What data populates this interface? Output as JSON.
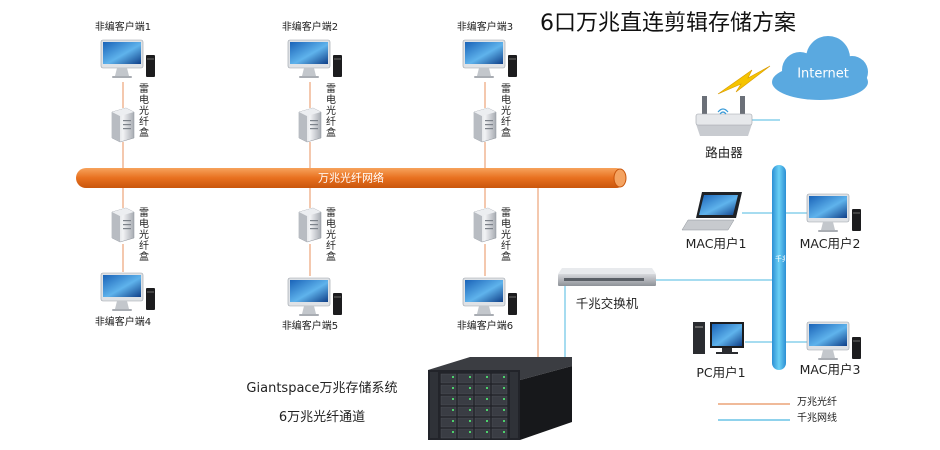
{
  "title": "6口万兆直连剪辑存储方案",
  "bus_label": "万兆光纤网络",
  "box_label": "雷电光纤盒",
  "clients": [
    {
      "label": "非编客户端1"
    },
    {
      "label": "非编客户端2"
    },
    {
      "label": "非编客户端3"
    },
    {
      "label": "非编客户端4"
    },
    {
      "label": "非编客户端5"
    },
    {
      "label": "非编客户端6"
    }
  ],
  "internet": {
    "label": "Internet"
  },
  "router": {
    "label": "路由器"
  },
  "switch": {
    "label": "千兆交换机"
  },
  "backbone": {
    "label": "千兆网线"
  },
  "users": [
    {
      "label": "MAC用户1"
    },
    {
      "label": "MAC用户2"
    },
    {
      "label": "PC用户1"
    },
    {
      "label": "MAC用户3"
    }
  ],
  "storage": {
    "name": "Giantspace万兆存储系统",
    "channels": "6万兆光纤通道"
  },
  "legend": [
    {
      "label": "万兆光纤",
      "color": "#e8915c"
    },
    {
      "label": "千兆网线",
      "color": "#4cb8e0"
    }
  ],
  "colors": {
    "fiber": "#e8915c",
    "ethernet": "#4cb8e0",
    "bus": "#e86e1a",
    "cloud": "#5aa9e0",
    "bolt": "#f5c400"
  }
}
